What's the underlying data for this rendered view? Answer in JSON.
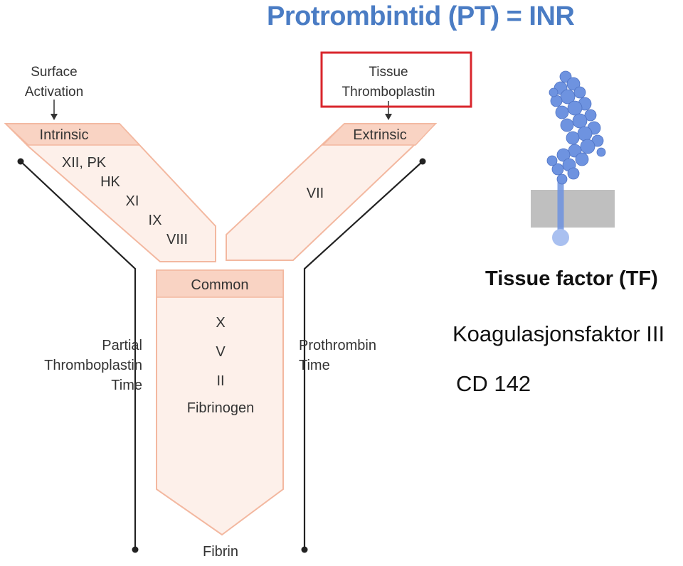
{
  "title": "Protrombintid (PT) = INR",
  "colors": {
    "title": "#4a7cc4",
    "funnel_fill": "#fdf0ea",
    "funnel_stroke": "#f3b8a0",
    "header_fill": "#f9d3c3",
    "highlight_box": "#d9262c",
    "protein": "#6e93e0",
    "membrane": "#bfbfbf"
  },
  "diagram": {
    "surface_activation": [
      "Surface",
      "Activation"
    ],
    "tissue_thromboplastin": [
      "Tissue",
      "Thromboplastin"
    ],
    "intrinsic": {
      "header": "Intrinsic",
      "factors": [
        "XII, PK",
        "HK",
        "XI",
        "IX",
        "VIII"
      ]
    },
    "extrinsic": {
      "header": "Extrinsic",
      "factors": [
        "VII"
      ]
    },
    "common": {
      "header": "Common",
      "factors": [
        "X",
        "V",
        "II",
        "Fibrinogen"
      ]
    },
    "end_product": "Fibrin",
    "partial_tt": [
      "Partial",
      "Thromboplastin",
      "Time"
    ],
    "prothrombin_time": [
      "Prothrombin",
      "Time"
    ]
  },
  "tissue_factor": {
    "icon": "tissue-factor-protein-structure",
    "name": "Tissue factor (TF)",
    "alt_name": "Koagulasjonsfaktor III",
    "cd": "CD 142"
  }
}
